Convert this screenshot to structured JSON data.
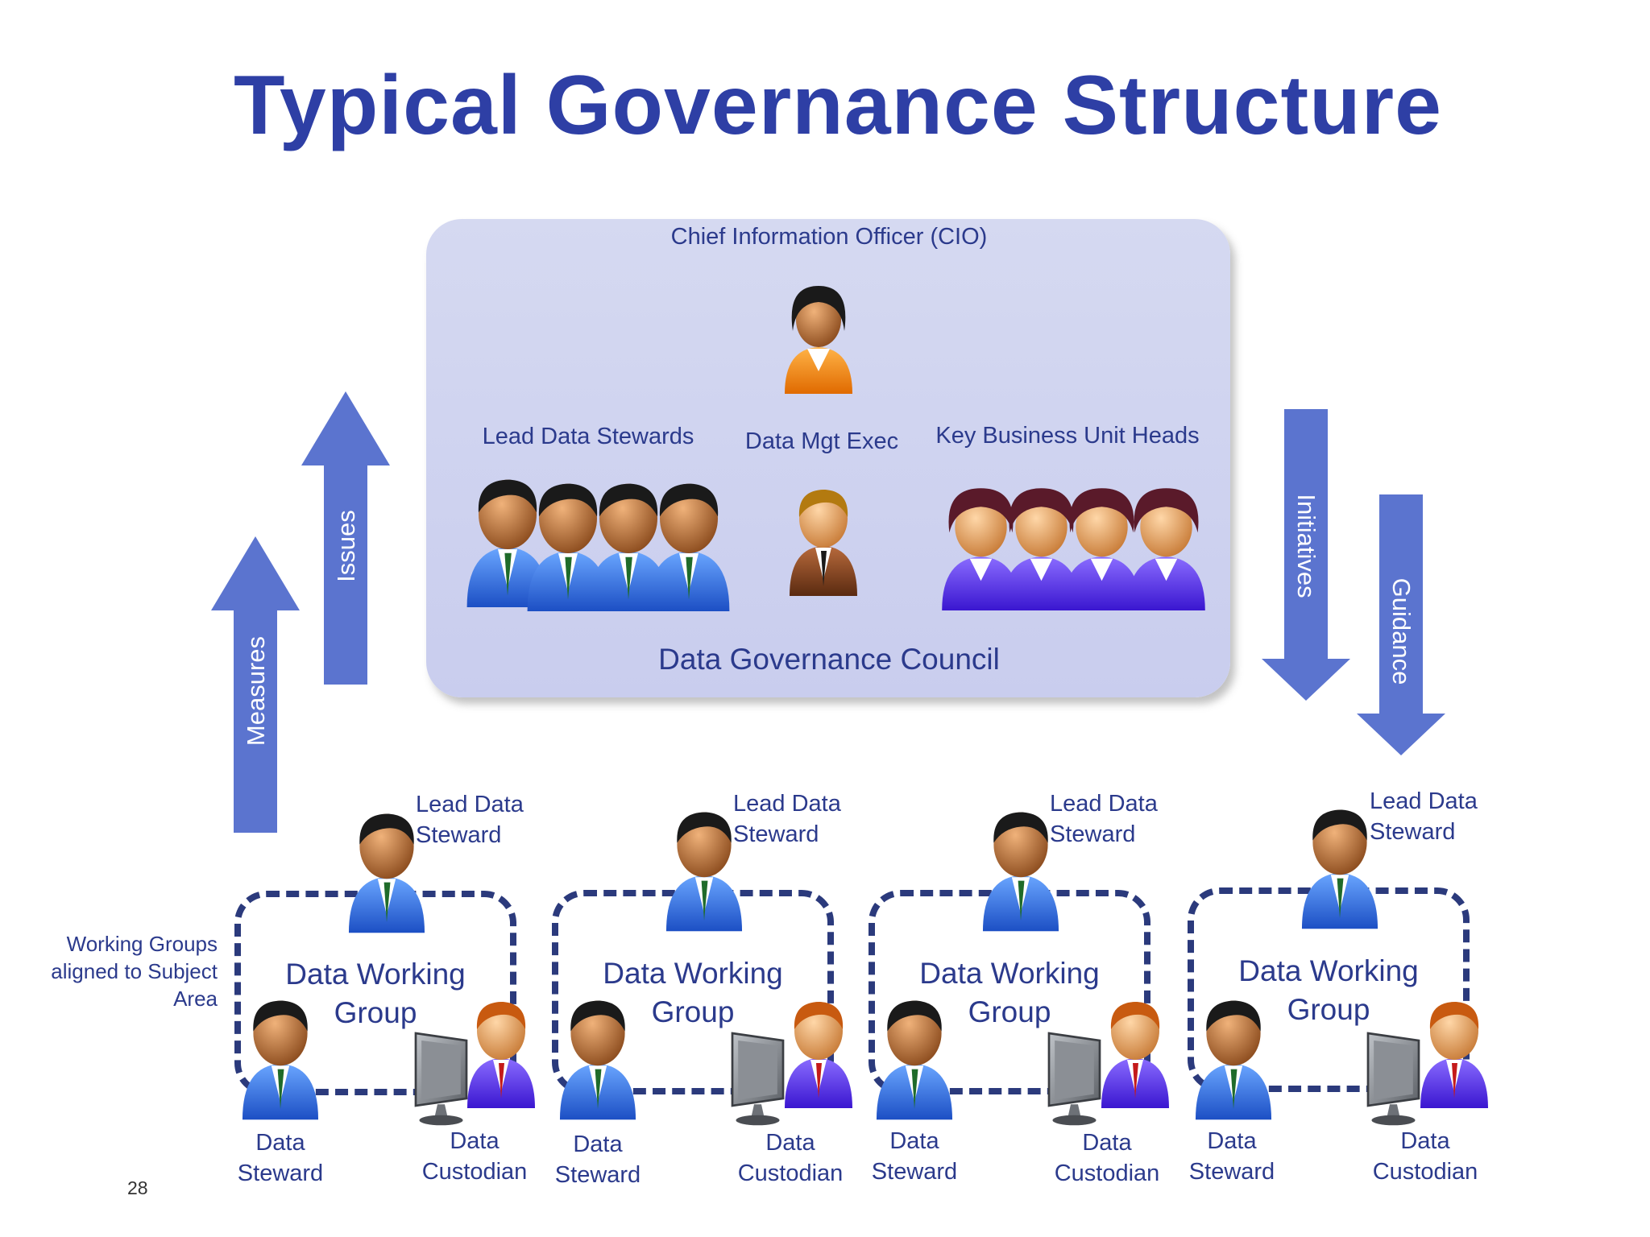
{
  "title": "Typical Governance Structure",
  "council": {
    "cio_label": "Chief Information Officer (CIO)",
    "lead_stewards_label": "Lead Data Stewards",
    "mgt_exec_label": "Data Mgt Exec",
    "bu_heads_label": "Key Business Unit Heads",
    "name": "Data Governance Council"
  },
  "arrows": {
    "measures": "Measures",
    "issues": "Issues",
    "initiatives": "Initiatives",
    "guidance": "Guidance"
  },
  "working_groups_note": {
    "line1": "Working Groups",
    "line2": "aligned to Subject",
    "line3": "Area"
  },
  "working_groups": [
    {
      "lead_line1": "Lead Data",
      "lead_line2": "Steward",
      "name_line1": "Data Working",
      "name_line2": "Group",
      "steward_line1": "Data",
      "steward_line2": "Steward",
      "custodian_line1": "Data",
      "custodian_line2": "Custodian"
    },
    {
      "lead_line1": "Lead Data",
      "lead_line2": "Steward",
      "name_line1": "Data Working",
      "name_line2": "Group",
      "steward_line1": "Data",
      "steward_line2": "Steward",
      "custodian_line1": "Data",
      "custodian_line2": "Custodian"
    },
    {
      "lead_line1": "Lead Data",
      "lead_line2": "Steward",
      "name_line1": "Data Working",
      "name_line2": "Group",
      "steward_line1": "Data",
      "steward_line2": "Steward",
      "custodian_line1": "Data",
      "custodian_line2": "Custodian"
    },
    {
      "lead_line1": "Lead Data",
      "lead_line2": "Steward",
      "name_line1": "Data Working",
      "name_line2": "Group",
      "steward_line1": "Data",
      "steward_line2": "Steward",
      "custodian_line1": "Data",
      "custodian_line2": "Custodian"
    }
  ],
  "page_number": "28",
  "colors": {
    "title": "#2e3fa5",
    "panel": "#cfd3f0",
    "arrow": "#5b74cf",
    "text": "#2b3a8c",
    "dashed_box": "#2b3a7c"
  },
  "icons": {
    "cio": "person-orange-icon",
    "lead_steward": "person-blue-suit-icon",
    "mgt_exec": "person-brown-suit-icon",
    "bu_head": "person-purple-icon",
    "custodian": "computer-monitor-icon"
  }
}
